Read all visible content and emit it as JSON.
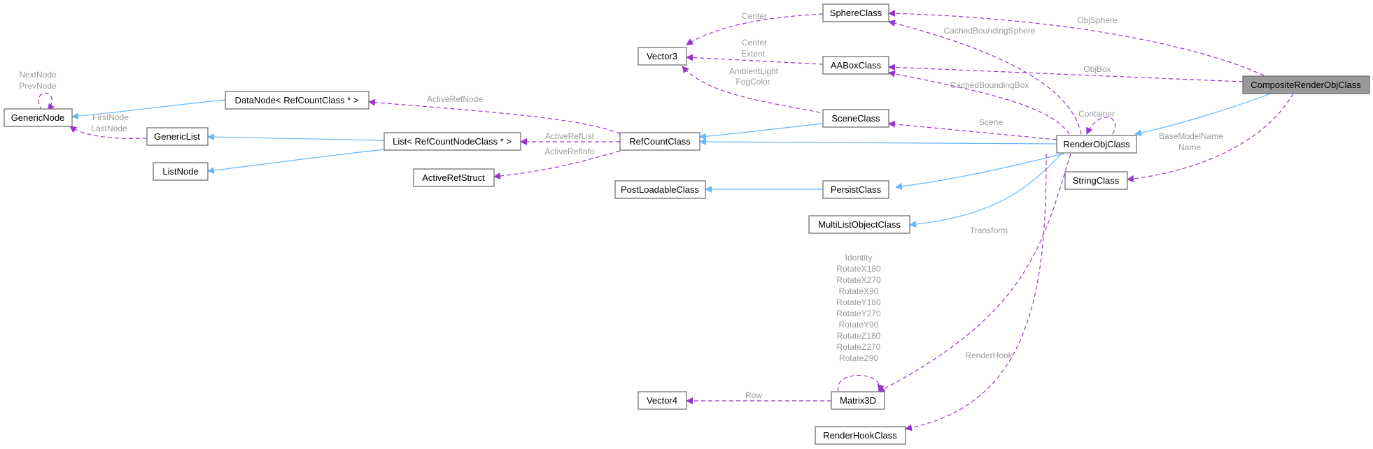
{
  "colors": {
    "inheritance": "#63b8ff",
    "usage": "#9a32cd",
    "focus_fill": "#999999",
    "label": "#9a9a9a"
  },
  "nodes": {
    "composite": "CompositeRenderObjClass",
    "sphere": "SphereClass",
    "vector3": "Vector3",
    "aabox": "AABoxClass",
    "scene": "SceneClass",
    "refcount": "RefCountClass",
    "renderobj": "RenderObjClass",
    "stringclass": "StringClass",
    "genericnode": "GenericNode",
    "datanode": "DataNode< RefCountClass * >",
    "genericlist": "GenericList",
    "list": "List< RefCountNodeClass * >",
    "listnode": "ListNode",
    "activerefstruct": "ActiveRefStruct",
    "postloadable": "PostLoadableClass",
    "persist": "PersistClass",
    "multilist": "MultiListObjectClass",
    "matrix3d": "Matrix3D",
    "vector4": "Vector4",
    "renderhook": "RenderHookClass"
  },
  "labels": {
    "center_sphere": "Center",
    "objsphere": "ObjSphere",
    "cachedboundingsphere": "CachedBoundingSphere",
    "center_extent": [
      "Center",
      "Extent"
    ],
    "objbox": "ObjBox",
    "ambient_fog": [
      "AmbientLight",
      "FogColor"
    ],
    "cachedboundingbox": "CachedBoundingBox",
    "container": "Container",
    "scene": "Scene",
    "base_name": [
      "BaseModelName",
      "Name"
    ],
    "next_prev": [
      "NextNode",
      "PrevNode"
    ],
    "first_last": [
      "FirstNode",
      "LastNode"
    ],
    "activerefnode": "ActiveRefNode",
    "activereflist": "ActiveRefList",
    "activerefinfo": "ActiveRefInfo",
    "transform": "Transform",
    "identities": [
      "Identity",
      "RotateX180",
      "RotateX270",
      "RotateX90",
      "RotateY180",
      "RotateY270",
      "RotateY90",
      "RotateZ180",
      "RotateZ270",
      "RotateZ90"
    ],
    "renderhook": "RenderHook",
    "row": "Row"
  }
}
